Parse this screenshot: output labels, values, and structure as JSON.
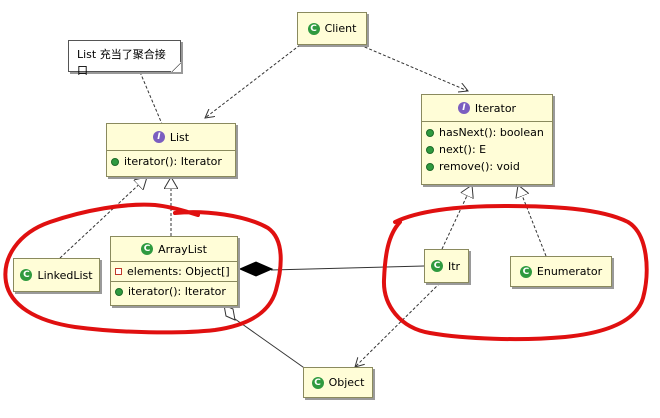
{
  "note": {
    "text": "List 充当了聚合接口"
  },
  "classes": {
    "client": {
      "name": "Client",
      "kind": "class"
    },
    "list": {
      "name": "List",
      "kind": "interface",
      "members": [
        "iterator(): Iterator"
      ]
    },
    "iterator": {
      "name": "Iterator",
      "kind": "interface",
      "members": [
        "hasNext(): boolean",
        "next(): E",
        "remove(): void"
      ]
    },
    "linkedlist": {
      "name": "LinkedList",
      "kind": "class"
    },
    "arraylist": {
      "name": "ArrayList",
      "kind": "class",
      "fields": [
        "elements: Object[]"
      ],
      "members": [
        "iterator(): Iterator"
      ]
    },
    "itr": {
      "name": "Itr",
      "kind": "class"
    },
    "enumerator": {
      "name": "Enumerator",
      "kind": "class"
    },
    "object": {
      "name": "Object",
      "kind": "class"
    }
  },
  "colors": {
    "class_fill": "#fffdd7",
    "class_badge": "#2f9a3f",
    "interface_badge": "#7b5ec0",
    "annotation": "#e01010"
  },
  "badge_letters": {
    "class": "C",
    "interface": "I"
  }
}
